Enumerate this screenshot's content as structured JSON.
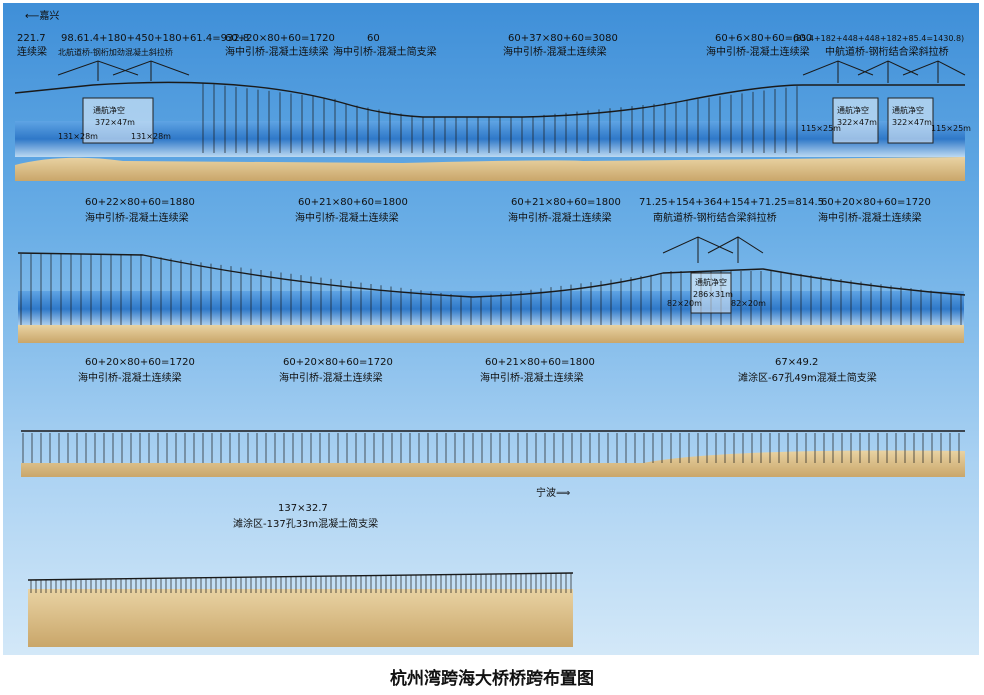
{
  "title": "杭州湾跨海大桥桥跨布置图",
  "directions": {
    "start": "⟵嘉兴",
    "end": "宁波⟹"
  },
  "row1": {
    "spans": [
      {
        "value": "221.7",
        "desc": "连续梁"
      },
      {
        "value": "98.61.4+180+450+180+61.4=932.8",
        "desc": "北航道桥-钢桁加劲混凝土斜拉桥"
      },
      {
        "value": "60+20×80+60=1720",
        "desc": "海中引桥-混凝土连续梁"
      },
      {
        "value": "60",
        "desc": "海中引桥-混凝土简支梁"
      },
      {
        "value": "60+37×80+60=3080",
        "desc": "海中引桥-混凝土连续梁"
      },
      {
        "value": "60+6×80+60=600",
        "desc": "海中引桥-混凝土连续梁"
      },
      {
        "value": "(85.4+182+448+448+182+85.4=1430.8)",
        "desc": "中航道桥-钢桁结合梁斜拉桥"
      }
    ],
    "clearances": [
      {
        "title": "通航净空",
        "size": "372×47m"
      },
      {
        "title": "通航净空",
        "size": "322×47m"
      },
      {
        "title": "通航净空",
        "size": "322×47m"
      }
    ],
    "side_spans": [
      "131×28m",
      "131×28m",
      "115×25m",
      "115×25m"
    ]
  },
  "row2": {
    "spans": [
      {
        "value": "60+22×80+60=1880",
        "desc": "海中引桥-混凝土连续梁"
      },
      {
        "value": "60+21×80+60=1800",
        "desc": "海中引桥-混凝土连续梁"
      },
      {
        "value": "60+21×80+60=1800",
        "desc": "海中引桥-混凝土连续梁"
      },
      {
        "value": "71.25+154+364+154+71.25=814.5",
        "desc": "南航道桥-钢桁结合梁斜拉桥"
      },
      {
        "value": "60+20×80+60=1720",
        "desc": "海中引桥-混凝土连续梁"
      }
    ],
    "clearance": {
      "title": "通航净空",
      "size": "286×31m"
    },
    "side_spans": [
      "82×20m",
      "82×20m"
    ]
  },
  "row3": {
    "spans": [
      {
        "value": "60+20×80+60=1720",
        "desc": "海中引桥-混凝土连续梁"
      },
      {
        "value": "60+20×80+60=1720",
        "desc": "海中引桥-混凝土连续梁"
      },
      {
        "value": "60+21×80+60=1800",
        "desc": "海中引桥-混凝土连续梁"
      },
      {
        "value": "67×49.2",
        "desc": "滩涂区-67孔49m混凝土简支梁"
      }
    ]
  },
  "row4": {
    "spans": [
      {
        "value": "137×32.7",
        "desc": "滩涂区-137孔33m混凝土简支梁"
      }
    ]
  },
  "colors": {
    "water": "#2f78c8",
    "sand": "#d6b27a",
    "beam": "#1a1a1a",
    "sky_top": "#3f8fd8"
  }
}
